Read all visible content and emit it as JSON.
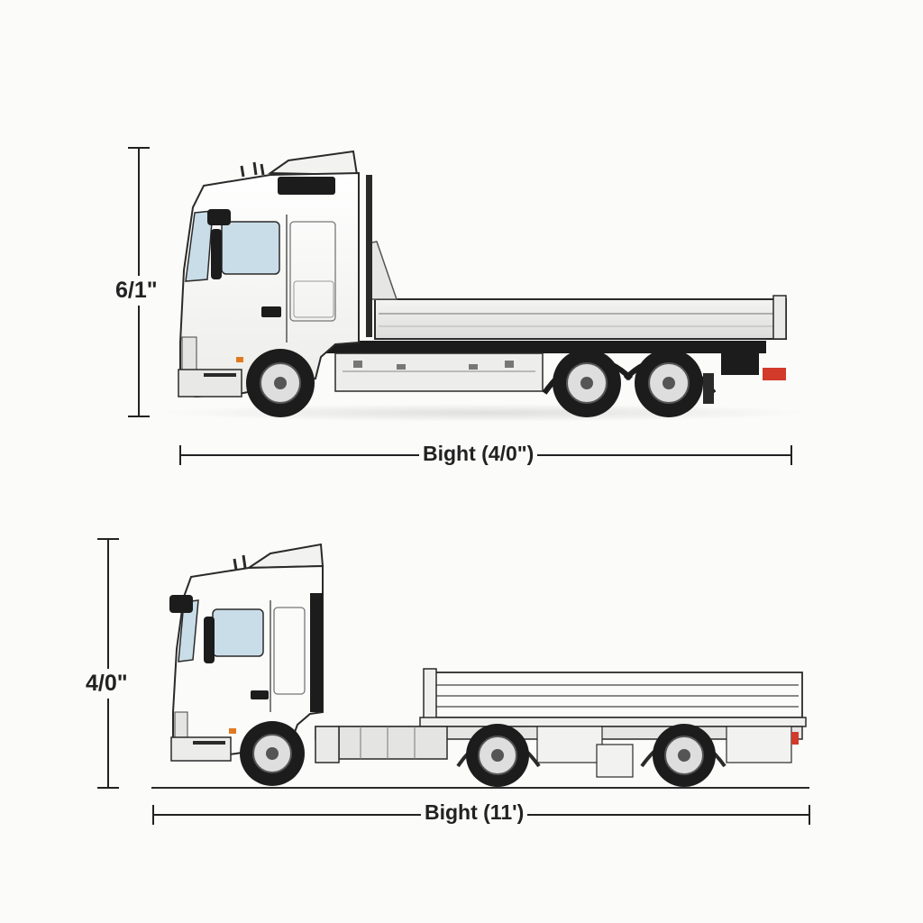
{
  "diagram": {
    "truck_top": {
      "height_label": "6/1\"",
      "length_label": "Bight (4/0\")"
    },
    "truck_bottom": {
      "height_label": "4/0\"",
      "length_label": "Bight (11')"
    }
  },
  "colors": {
    "background": "#fbfbfa",
    "body_white": "#f6f6f4",
    "outline": "#2a2a2a",
    "window_blue": "#c9dde8",
    "chassis_dark": "#1c1c1c",
    "tail_light_red": "#d23a2a",
    "dimension_line": "#222222"
  }
}
